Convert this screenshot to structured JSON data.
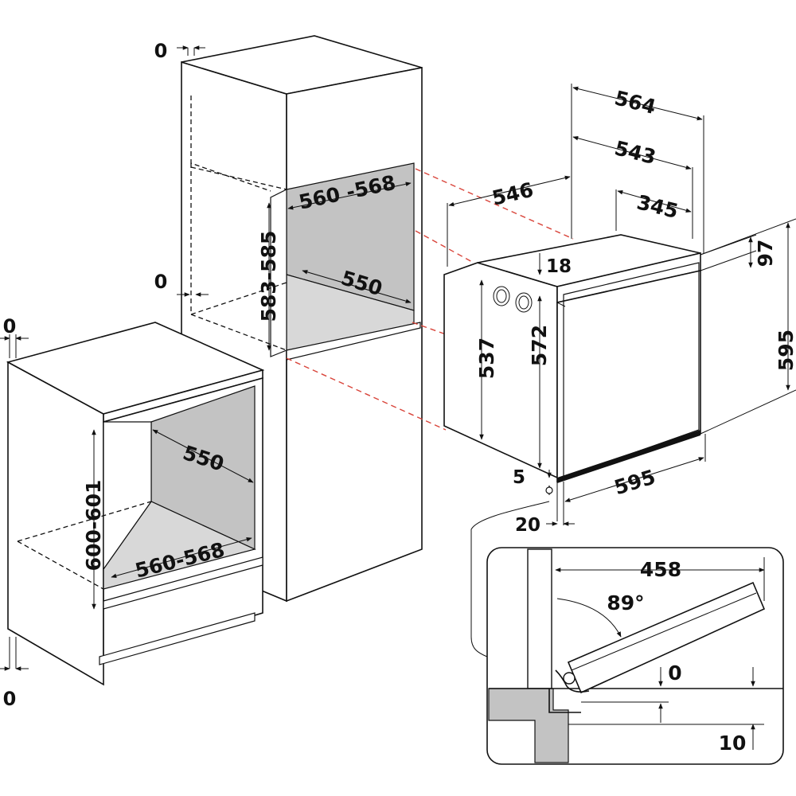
{
  "diagram": {
    "colors": {
      "line": "#111111",
      "cavity": "#c3c3c3",
      "floor": "#d8d8d8",
      "guide": "#d9443a"
    },
    "tall_column": {
      "top_gap": "0",
      "bottom_gap": "0",
      "niche_width": "560 -568",
      "niche_height": "583-585",
      "niche_depth": "550"
    },
    "under_counter": {
      "top_gap": "0",
      "bottom_gap": "0",
      "niche_depth": "550",
      "niche_width": "560-568",
      "niche_height": "600-601"
    },
    "oven": {
      "depth_total": "564",
      "depth_body": "543",
      "depth_side": "546",
      "depth_top": "345",
      "panel_height": "97",
      "panel_offset": "18",
      "body_height": "537",
      "front_height": "572",
      "total_height": "595",
      "width": "595",
      "bottom_gap": "5",
      "front_offset": "20"
    },
    "detail": {
      "door_length": "458",
      "door_angle": "89°",
      "gap_top": "0",
      "gap_bottom": "10"
    }
  }
}
